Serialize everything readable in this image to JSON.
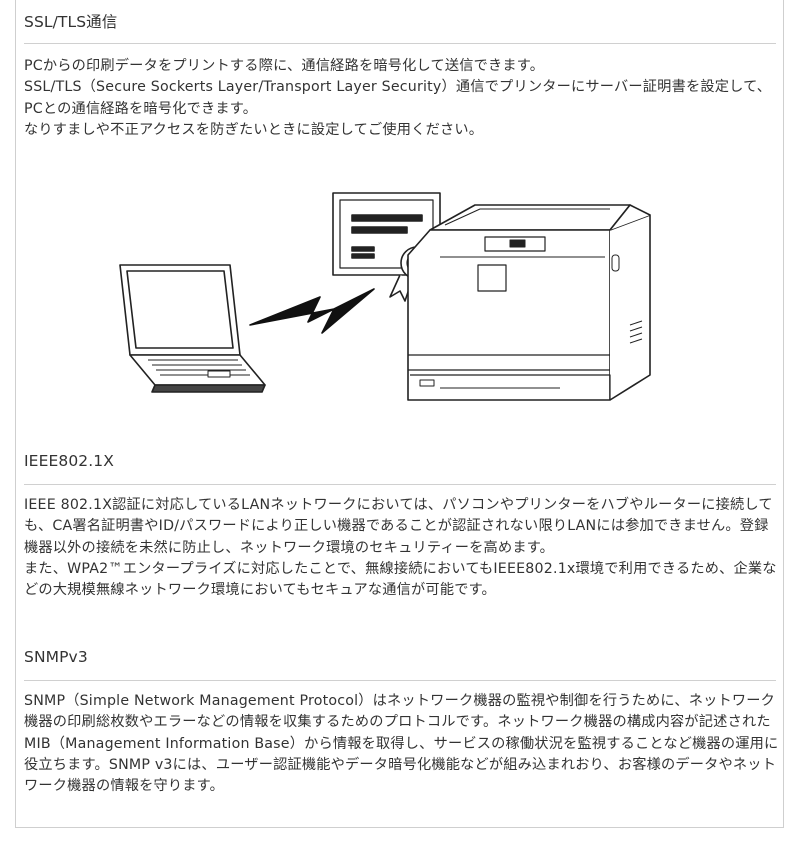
{
  "sections": [
    {
      "title": "SSL/TLS通信",
      "paragraphs": [
        "PCからの印刷データをプリントする際に、通信経路を暗号化して送信できます。",
        "SSL/TLS（Secure Sockerts Layer/Transport Layer Security）通信でプリンターにサーバー証明書を設定して、PCとの通信経路を暗号化できます。",
        "なりすましや不正アクセスを防ぎたいときに設定してご使用ください。"
      ]
    },
    {
      "title": "IEEE802.1X",
      "paragraphs": [
        "IEEE 802.1X認証に対応しているLANネットワークにおいては、パソコンやプリンターをハブやルーターに接続しても、CA署名証明書やID/パスワードにより正しい機器であることが認証されない限りLANには参加できません。登録機器以外の接続を未然に防止し、ネットワーク環境のセキュリティーを高めます。",
        "また、WPA2™エンタープライズに対応したことで、無線接続においてもIEEE802.1x環境で利用できるため、企業などの大規模無線ネットワーク環境においてもセキュアな通信が可能です。"
      ]
    },
    {
      "title": "SNMPv3",
      "paragraphs": [
        "SNMP（Simple Network Management Protocol）はネットワーク機器の監視や制御を行うために、ネットワーク機器の印刷総枚数やエラーなどの情報を収集するためのプロトコルです。ネットワーク機器の構成内容が記述されたMIB（Management Information Base）から情報を取得し、サービスの稼働状況を監視することなど機器の運用に役立ちます。SNMP v3には、ユーザー認証機能やデータ暗号化機能などが組み込まれおり、お客様のデータやネットワーク機器の情報を守ります。"
      ]
    }
  ]
}
